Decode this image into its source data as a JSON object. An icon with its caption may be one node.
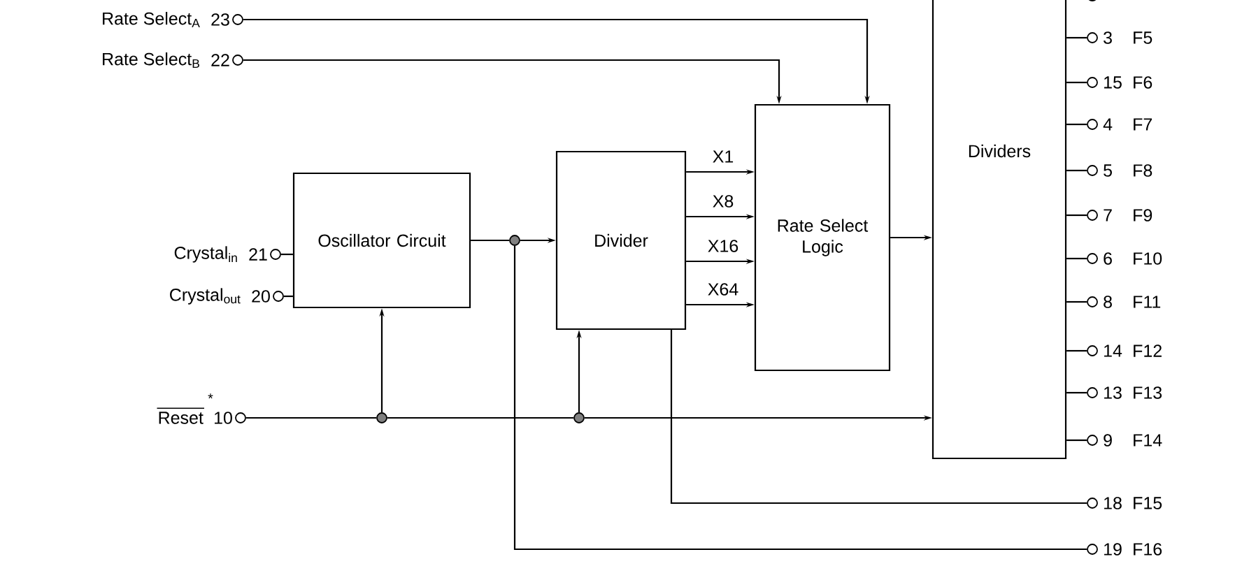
{
  "diagram": {
    "nodes": [
      {
        "text": [
          "Rate Select$_{A}$",
          "23"
        ]
      },
      {
        "text": [
          "Rate Select$_{B}$",
          "22"
        ]
      },
      {
        "text": [
          "Crystal$_{in}$",
          "21"
        ]
      },
      {
        "text": [
          "Crystal$_{out}$",
          "20"
        ]
      },
      {
        "text": [
          "Reset",
          "10"
        ],
        "beside": [
          "*"
        ]
      },
      {
        "text": [
          "Oscillator Circuit"
        ]
      },
      {
        "text": [],
        "shape": "circle"
      },
      {
        "text": [
          "Divider"
        ]
      },
      {
        "text": [
          "Rate Select Logic"
        ]
      },
      {
        "text": [
          "Dividers"
        ]
      },
      {
        "text": [],
        "shape": "circle"
      },
      {
        "text": [],
        "shape": "circle"
      },
      {
        "text": [
          "3",
          "F5"
        ]
      },
      {
        "text": [
          "15",
          "F6"
        ]
      },
      {
        "text": [
          "4",
          "F7"
        ]
      },
      {
        "text": [
          "5",
          "F8"
        ]
      },
      {
        "text": [
          "7",
          "F9"
        ]
      },
      {
        "text": [
          "6",
          "F10"
        ]
      },
      {
        "text": [
          "8",
          "F11"
        ]
      },
      {
        "text": [
          "14",
          "F12"
        ]
      },
      {
        "text": [
          "13",
          "F13"
        ]
      },
      {
        "text": [
          "9",
          "F14"
        ]
      },
      {
        "text": [
          "18",
          "F15"
        ]
      },
      {
        "text": [
          "19",
          "F16"
        ]
      }
    ],
    "edges": [
      {
        "from": 0,
        "to": 8,
        "arrow": "to"
      },
      {
        "from": 1,
        "to": 8,
        "arrow": "to"
      },
      {
        "from": 2,
        "to": 5,
        "arrow": "none"
      },
      {
        "from": 3,
        "to": 5,
        "arrow": "none"
      },
      {
        "from": 5,
        "to": 6,
        "arrow": "none"
      },
      {
        "from": 6,
        "to": 7,
        "arrow": "to"
      },
      {
        "from": 6,
        "to": 23,
        "arrow": "none"
      },
      {
        "from": 4,
        "to": 10,
        "arrow": "none"
      },
      {
        "from": 10,
        "to": 5,
        "arrow": "to"
      },
      {
        "from": 10,
        "to": 11,
        "arrow": "none"
      },
      {
        "from": 11,
        "to": 7,
        "arrow": "to"
      },
      {
        "from": 11,
        "to": 9,
        "arrow": "to"
      },
      {
        "from": 7,
        "to": 8,
        "arrow": "to",
        "label": "X1"
      },
      {
        "from": 7,
        "to": 8,
        "arrow": "to",
        "label": "X8"
      },
      {
        "from": 7,
        "to": 8,
        "arrow": "to",
        "label": "X16"
      },
      {
        "from": 7,
        "to": 8,
        "arrow": "to",
        "label": "X64"
      },
      {
        "from": 8,
        "to": 9,
        "arrow": "to"
      },
      {
        "from": 9,
        "to": 12,
        "arrow": "none"
      },
      {
        "from": 9,
        "to": 13,
        "arrow": "none"
      },
      {
        "from": 9,
        "to": 14,
        "arrow": "none"
      },
      {
        "from": 9,
        "to": 15,
        "arrow": "none"
      },
      {
        "from": 9,
        "to": 16,
        "arrow": "none"
      },
      {
        "from": 9,
        "to": 17,
        "arrow": "none"
      },
      {
        "from": 9,
        "to": 18,
        "arrow": "none"
      },
      {
        "from": 9,
        "to": 19,
        "arrow": "none"
      },
      {
        "from": 9,
        "to": 20,
        "arrow": "none"
      },
      {
        "from": 9,
        "to": 21,
        "arrow": "none"
      },
      {
        "from": 7,
        "to": 22,
        "arrow": "none"
      }
    ]
  }
}
